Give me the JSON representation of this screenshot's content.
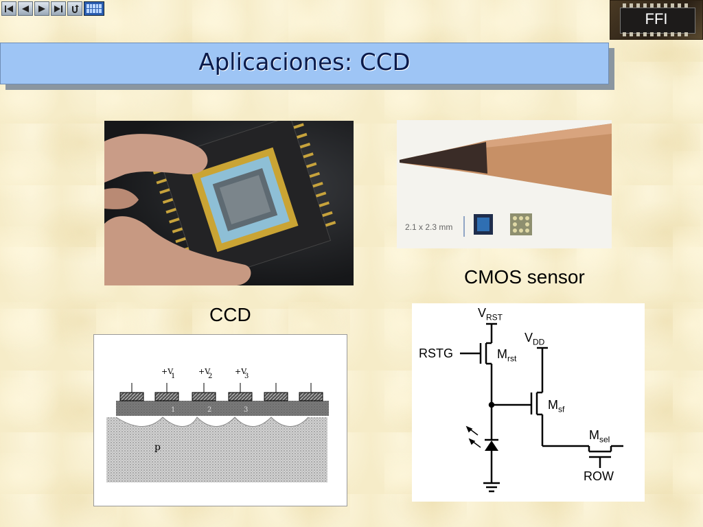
{
  "nav": {
    "buttons": [
      {
        "name": "first-slide-icon"
      },
      {
        "name": "previous-slide-icon"
      },
      {
        "name": "next-slide-icon"
      },
      {
        "name": "last-slide-icon"
      },
      {
        "name": "return-icon"
      },
      {
        "name": "calculator-icon"
      }
    ]
  },
  "logo": {
    "text": "FFI"
  },
  "title": "Aplicaciones: CCD",
  "labels": {
    "cmos": "CMOS sensor",
    "ccd": "CCD"
  },
  "cmos_photo": {
    "scale_text": "2.1 x 2.3 mm"
  },
  "ccd_diagram": {
    "voltages": [
      "+V",
      "+V",
      "+V"
    ],
    "voltage_subs": [
      "1",
      "2",
      "3"
    ],
    "well_labels": [
      "1",
      "2",
      "3"
    ],
    "substrate_label": "p"
  },
  "cmos_circuit": {
    "vrst": "V",
    "vrst_sub": "RST",
    "vdd": "V",
    "vdd_sub": "DD",
    "rstg": "RSTG",
    "mrst": "M",
    "mrst_sub": "rst",
    "msf": "M",
    "msf_sub": "sf",
    "msel": "M",
    "msel_sub": "sel",
    "row": "ROW"
  },
  "colors": {
    "title_bg": "#9ec5f5",
    "title_text": "#0a1a4a",
    "page_bg": "#f6ecc8"
  }
}
